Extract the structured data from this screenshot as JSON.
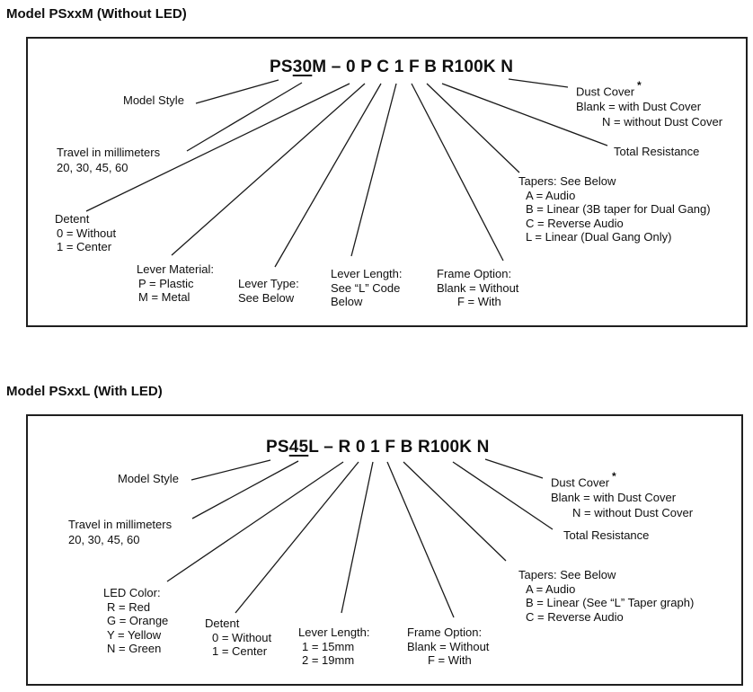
{
  "page": {
    "background": "#ffffff",
    "ink": "#000000",
    "border_color": "#1f1f1f"
  },
  "sections": [
    {
      "heading": "Model PSxxM (Without LED)",
      "part_number": {
        "prefix": "PS",
        "travel_code": "30",
        "rest": "M – 0 P C 1 F B R100K N"
      },
      "callouts": {
        "model_style": [
          "Model Style"
        ],
        "travel": [
          "Travel in millimeters",
          "20, 30, 45, 60"
        ],
        "detent": [
          "Detent",
          "0 = Without",
          "1 = Center"
        ],
        "lever_material": [
          "Lever Material:",
          "P = Plastic",
          "M = Metal"
        ],
        "lever_type": [
          "Lever Type:",
          "See Below"
        ],
        "lever_length": [
          "Lever Length:",
          "See “L” Code",
          "Below"
        ],
        "frame_option": [
          "Frame Option:",
          "Blank = Without",
          "F = With"
        ],
        "tapers": [
          "Tapers: See Below",
          "A = Audio",
          "B = Linear (3B taper for Dual Gang)",
          "C = Reverse Audio",
          "L = Linear (Dual Gang Only)"
        ],
        "dust_cover": {
          "title": "Dust Cover",
          "asterisk": "*",
          "options": [
            "Blank = with Dust Cover",
            "N = without Dust Cover"
          ]
        },
        "total_resistance": [
          "Total Resistance"
        ]
      }
    },
    {
      "heading": "Model PSxxL (With LED)",
      "part_number": {
        "prefix": "PS",
        "travel_code": "45",
        "rest": "L – R 0 1 F B R100K N"
      },
      "callouts": {
        "model_style": [
          "Model Style"
        ],
        "travel": [
          "Travel in millimeters",
          "20, 30, 45, 60"
        ],
        "led_color": [
          "LED Color:",
          "R = Red",
          "G = Orange",
          "Y = Yellow",
          "N = Green"
        ],
        "detent": [
          "Detent",
          "0 = Without",
          "1 = Center"
        ],
        "lever_length": [
          "Lever Length:",
          "1 = 15mm",
          "2 = 19mm"
        ],
        "frame_option": [
          "Frame Option:",
          "Blank = Without",
          "F = With"
        ],
        "tapers": [
          "Tapers: See Below",
          "A = Audio",
          "B = Linear (See “L” Taper graph)",
          "C = Reverse Audio"
        ],
        "dust_cover": {
          "title": "Dust Cover",
          "asterisk": "*",
          "options": [
            "Blank = with Dust Cover",
            "N = without Dust Cover"
          ]
        },
        "total_resistance": [
          "Total Resistance"
        ]
      }
    }
  ]
}
